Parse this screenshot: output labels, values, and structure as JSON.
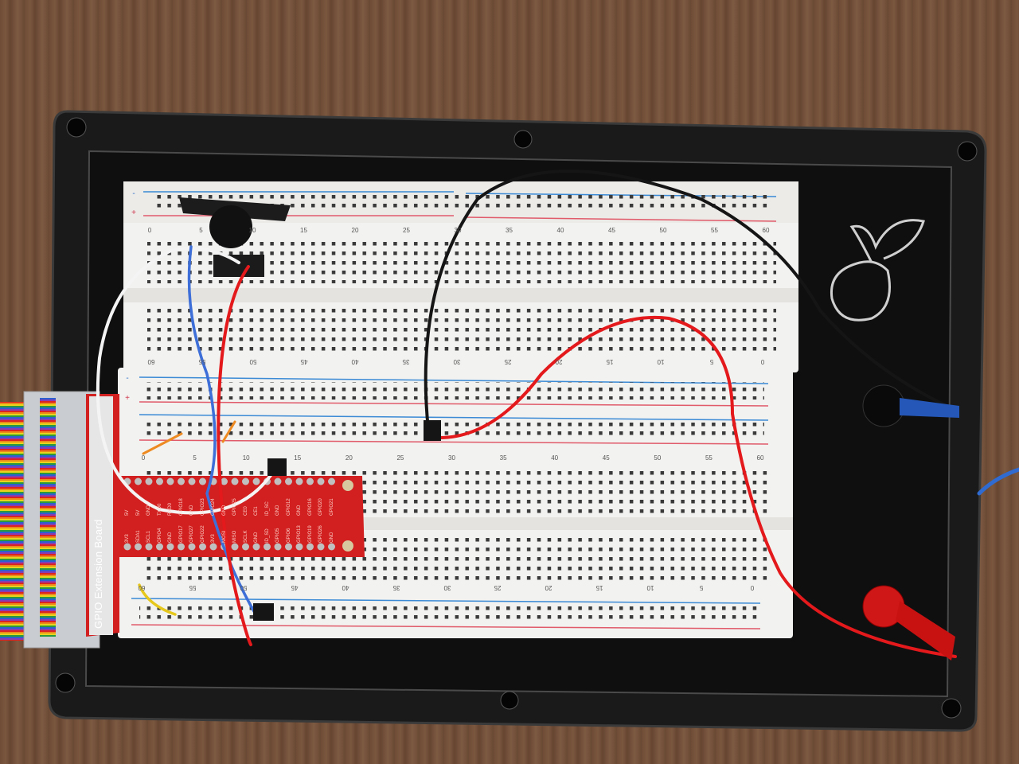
{
  "gpio_board": {
    "title": "GPIO Extension Board",
    "top_pins": [
      "5V",
      "5V",
      "GND",
      "TXD0",
      "RXD0",
      "GPIO18",
      "GND",
      "GPIO23",
      "GPIO24",
      "GND",
      "GPIO25",
      "CE0",
      "CE1",
      "ID_SC",
      "GND",
      "GPIO12",
      "GND",
      "GPIO16",
      "GPIO20",
      "GPIO21"
    ],
    "bottom_pins": [
      "3V3",
      "SDA1",
      "SCL1",
      "GPIO4",
      "GND",
      "GPIO17",
      "GPIO27",
      "GPIO22",
      "3V3",
      "MOSI",
      "MISO",
      "SCLK",
      "GND",
      "ID_SD",
      "GPIO5",
      "GPIO6",
      "GPIO13",
      "GPIO19",
      "GPIO26",
      "GND"
    ]
  },
  "breadboard_upper": {
    "col_labels_top": [
      "0",
      "5",
      "10",
      "15",
      "20",
      "25",
      "30",
      "35",
      "40",
      "45",
      "50",
      "55",
      "60"
    ],
    "col_labels_bottom": [
      "60",
      "55",
      "50",
      "45",
      "40",
      "35",
      "30",
      "25",
      "20",
      "15",
      "10",
      "5",
      "0"
    ],
    "rail_minus": "-",
    "rail_plus": "+"
  },
  "breadboard_lower": {
    "col_labels_top": [
      "0",
      "5",
      "10",
      "15",
      "20",
      "25",
      "30",
      "35",
      "40",
      "45",
      "50",
      "55",
      "60"
    ],
    "col_labels_bottom": [
      "60",
      "55",
      "50",
      "45",
      "40",
      "35",
      "30",
      "25",
      "20",
      "15",
      "10",
      "5",
      "0"
    ],
    "rail_minus": "-",
    "rail_plus": "+"
  },
  "colors": {
    "wire_red": "#e3191c",
    "wire_black": "#151515",
    "wire_blue": "#3e6fd8",
    "wire_white": "#f4f4f4",
    "pcb": "#d21f1f"
  }
}
